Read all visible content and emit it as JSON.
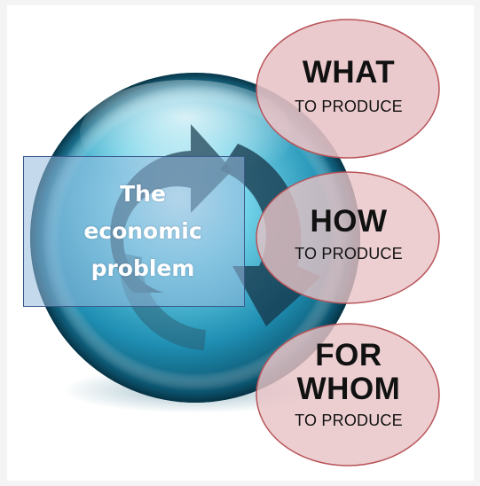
{
  "center": {
    "label": "The economic problem"
  },
  "questions": [
    {
      "headline": "WHAT",
      "sub": "TO PRODUCE"
    },
    {
      "headline": "HOW",
      "sub": "TO PRODUCE"
    },
    {
      "headline": "FOR WHOM",
      "sub": "TO PRODUCE"
    }
  ],
  "colors": {
    "sphere_light": "#bfeef8",
    "sphere_mid": "#34a9c8",
    "sphere_dark": "#0a4a62",
    "arrow": "#1d3f52",
    "oval_fill": "#e8c3c6",
    "oval_stroke": "#b85459",
    "box_fill": "#96b9dc",
    "box_stroke": "#3a5a8c"
  }
}
